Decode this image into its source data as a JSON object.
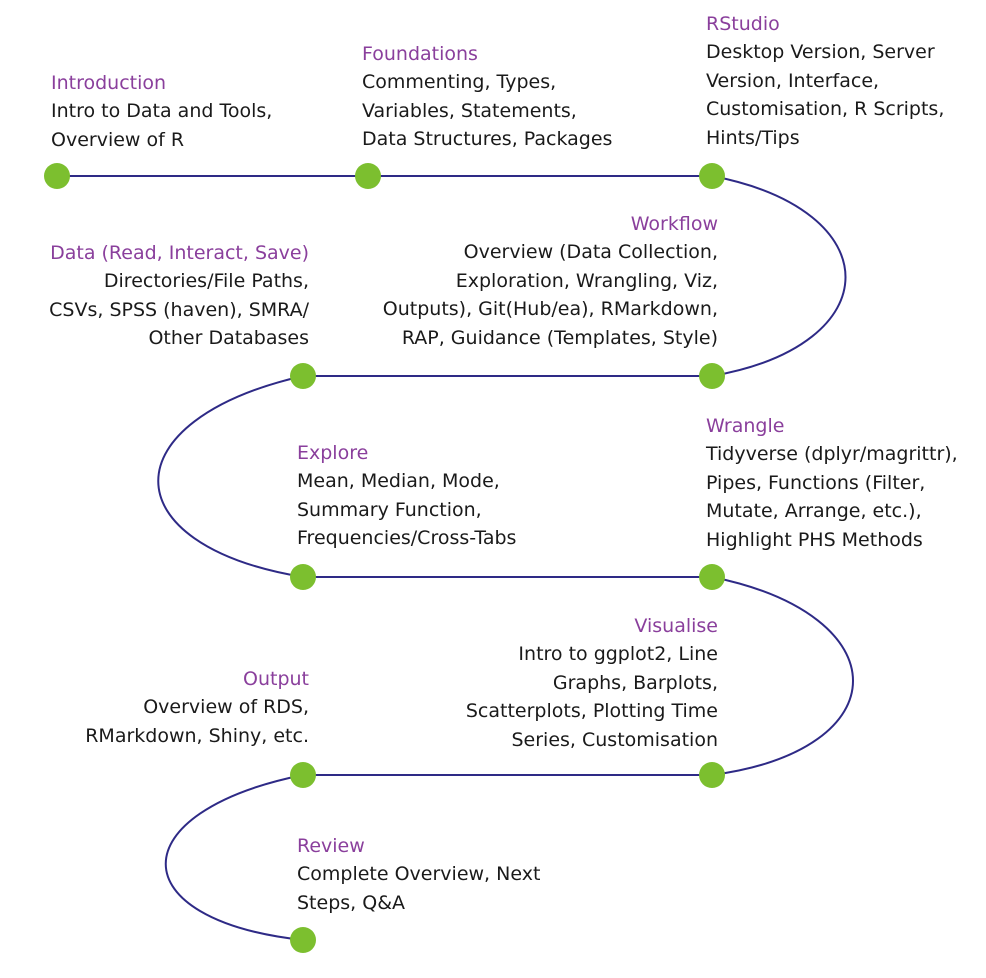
{
  "accent_color": "#8a3f9c",
  "node_color": "#7cbf2f",
  "line_color": "#2e2a86",
  "topics": [
    {
      "title": "Introduction",
      "body": "Intro to Data and Tools,\nOverview of R"
    },
    {
      "title": "Foundations",
      "body": "Commenting, Types,\nVariables, Statements,\nData Structures, Packages"
    },
    {
      "title": "RStudio",
      "body": "Desktop Version, Server\nVersion, Interface,\nCustomisation, R Scripts,\nHints/Tips"
    },
    {
      "title": "Workflow",
      "body": "Overview (Data Collection,\nExploration, Wrangling, Viz,\nOutputs), Git(Hub/ea), RMarkdown,\nRAP, Guidance (Templates, Style)"
    },
    {
      "title": "Data (Read, Interact, Save)",
      "body": "Directories/File Paths,\nCSVs, SPSS (haven), SMRA/\nOther Databases"
    },
    {
      "title": "Explore",
      "body": "Mean, Median, Mode,\nSummary Function,\nFrequencies/Cross-Tabs"
    },
    {
      "title": "Wrangle",
      "body": "Tidyverse (dplyr/magrittr),\nPipes, Functions (Filter,\nMutate, Arrange, etc.),\nHighlight PHS Methods"
    },
    {
      "title": "Visualise",
      "body": "Intro to ggplot2, Line\nGraphs, Barplots,\nScatterplots, Plotting Time\nSeries, Customisation"
    },
    {
      "title": "Output",
      "body": "Overview of RDS,\nRMarkdown, Shiny, etc."
    },
    {
      "title": "Review",
      "body": "Complete Overview, Next\nSteps, Q&A"
    }
  ]
}
